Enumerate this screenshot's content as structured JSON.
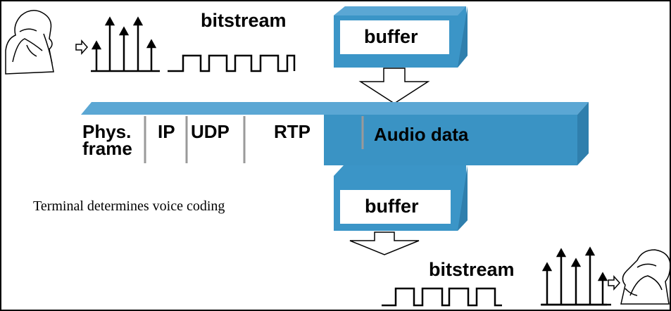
{
  "diagram": {
    "sender": {
      "bitstream_label": "bitstream",
      "buffer_label": "buffer"
    },
    "packet": {
      "fields": [
        "Phys.\nframe",
        "IP",
        "UDP",
        "RTP",
        "Audio data"
      ]
    },
    "receiver": {
      "buffer_label": "buffer",
      "bitstream_label": "bitstream"
    },
    "caption": "Terminal determines voice coding",
    "colors": {
      "band_front": "#3a93c4",
      "band_top": "#5ba7d4",
      "band_side": "#2f7fad",
      "header_area": "#ffffff",
      "separator": "#9a9a9a",
      "buffer_front": "#3b95c7",
      "buffer_face": "#ffffff",
      "ink": "#000000"
    },
    "icons": [
      "person-speaking-icon",
      "arrow-right-icon",
      "down-arrow-icon",
      "person-listening-icon"
    ]
  }
}
